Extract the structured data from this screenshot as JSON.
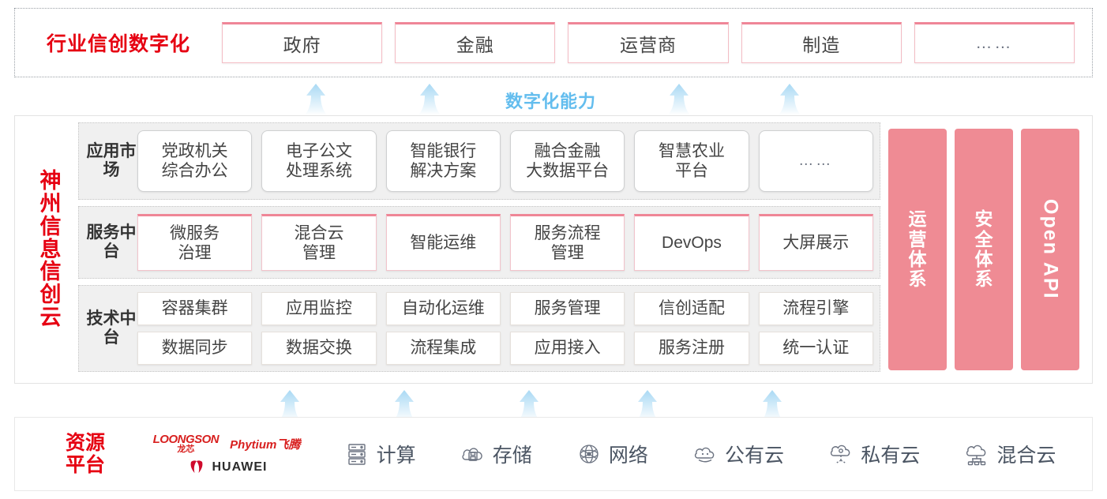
{
  "industry": {
    "title": "行业信创数字化",
    "cards": [
      {
        "label": "政府"
      },
      {
        "label": "金融"
      },
      {
        "label": "运营商"
      },
      {
        "label": "制造"
      },
      {
        "label": "……"
      }
    ]
  },
  "capability": {
    "label": "数字化能力",
    "arrow_color": "#bfe2f7",
    "label_color": "#63bdee"
  },
  "cloud": {
    "title": "神州信息信创云",
    "layers": [
      {
        "name": "app-market",
        "label": "应用市场",
        "cells": [
          "党政机关\n综合办公",
          "电子公文\n处理系统",
          "智能银行\n解决方案",
          "融合金融\n大数据平台",
          "智慧农业\n平台",
          "……"
        ]
      },
      {
        "name": "service-platform",
        "label": "服务中台",
        "cells": [
          "微服务\n治理",
          "混合云\n管理",
          "智能运维",
          "服务流程\n管理",
          "DevOps",
          "大屏展示"
        ]
      },
      {
        "name": "tech-platform",
        "label": "技术中台",
        "row1": [
          "容器集群",
          "应用监控",
          "自动化运维",
          "服务管理",
          "信创适配",
          "流程引擎"
        ],
        "row2": [
          "数据同步",
          "数据交换",
          "流程集成",
          "应用接入",
          "服务注册",
          "统一认证"
        ]
      }
    ],
    "side_bars": [
      {
        "name": "operations-system",
        "label": "运营体系",
        "orientation": "stacked"
      },
      {
        "name": "security-system",
        "label": "安全体系",
        "orientation": "stacked"
      },
      {
        "name": "open-api",
        "label": "Open API",
        "orientation": "rotated"
      }
    ],
    "side_bar_color": "#ef8b94"
  },
  "resource": {
    "title": "资源平台",
    "vendors": [
      {
        "name": "loongson",
        "en": "LOONGSON",
        "cn": "龙芯"
      },
      {
        "name": "phytium",
        "text": "Phytium飞腾"
      },
      {
        "name": "huawei",
        "text": "HUAWEI"
      }
    ],
    "items": [
      {
        "icon": "server-icon",
        "label": "计算"
      },
      {
        "icon": "cloud-storage-icon",
        "label": "存储"
      },
      {
        "icon": "network-icon",
        "label": "网络"
      },
      {
        "icon": "public-cloud-icon",
        "label": "公有云"
      },
      {
        "icon": "private-cloud-icon",
        "label": "私有云"
      },
      {
        "icon": "hybrid-cloud-icon",
        "label": "混合云"
      }
    ]
  },
  "colors": {
    "brand_red": "#e60012",
    "pink_bar": "#ef8b94",
    "card_accent": "#ef8697",
    "arrow_blue": "#bfe2f7"
  }
}
